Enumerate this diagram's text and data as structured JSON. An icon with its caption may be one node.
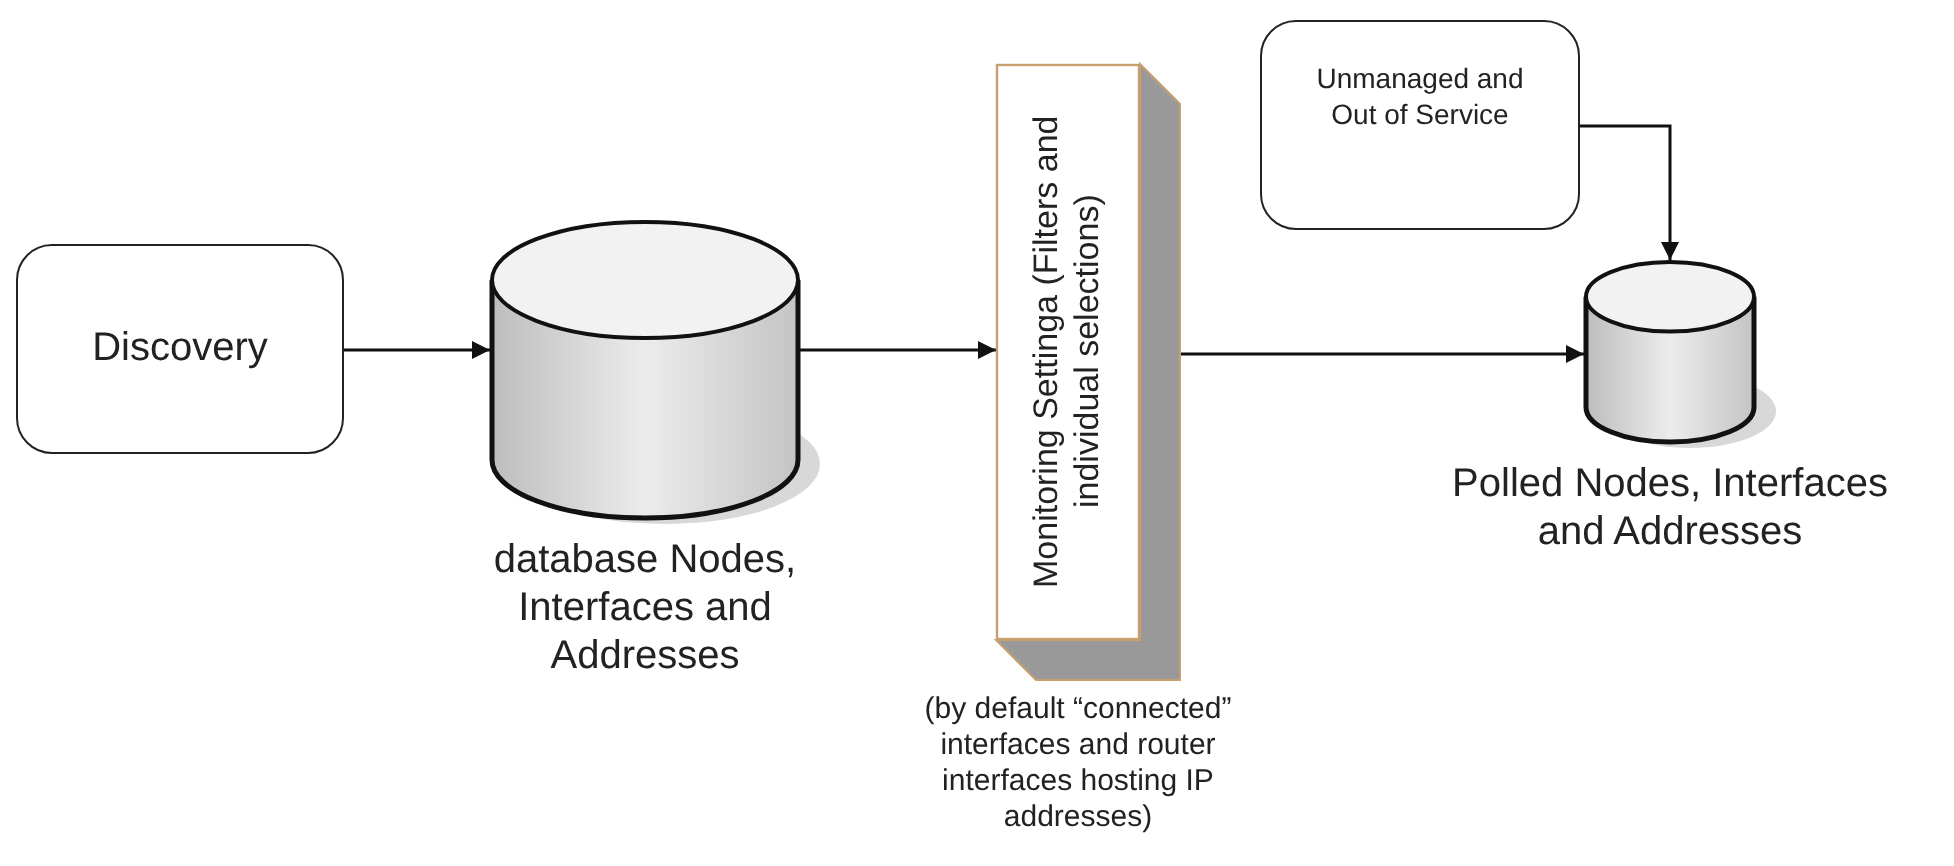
{
  "diagram": {
    "nodes": [
      {
        "text": [
          "Discovery"
        ]
      },
      {
        "text": [
          "database Nodes, Interfaces and Addresses"
        ]
      },
      {
        "text": [
          "Monitoring Settinga (Filters and individual selections)"
        ],
        "beside": [
          "(by default “connected” interfaces and router interfaces hosting IP addresses)"
        ]
      },
      {
        "text": [
          "Unmanaged and Out of Service"
        ]
      },
      {
        "text": [
          "Polled Nodes, Interfaces and Addresses"
        ]
      }
    ],
    "edges": [
      {
        "from": 0,
        "to": 1,
        "arrow": "to"
      },
      {
        "from": 1,
        "to": 2,
        "arrow": "to"
      },
      {
        "from": 2,
        "to": 4,
        "arrow": "to"
      },
      {
        "from": 3,
        "to": 4,
        "arrow": "to"
      }
    ]
  }
}
